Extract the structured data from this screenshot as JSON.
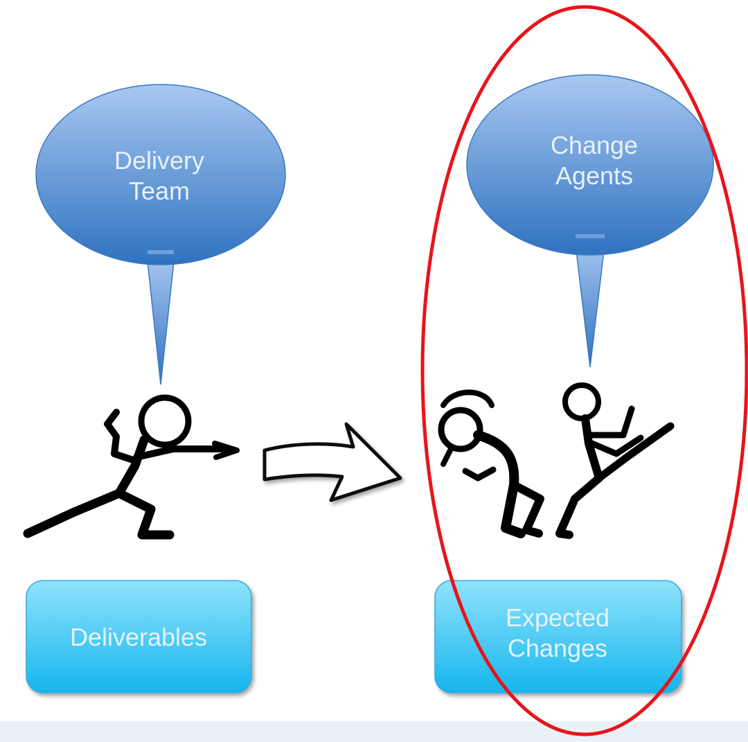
{
  "diagram": {
    "delivery_callout": {
      "line1": "Delivery",
      "line2": "Team"
    },
    "agents_callout": {
      "line1": "Change",
      "line2": "Agents"
    },
    "deliverables_box": {
      "label": "Deliverables"
    },
    "expected_box": {
      "line1": "Expected",
      "line2": "Changes"
    }
  },
  "colors": {
    "callout_top": "#a9c8f2",
    "callout_bottom": "#2f72bf",
    "box_top": "#8fe3fb",
    "box_bottom": "#16b6ee",
    "highlight_ellipse": "#e8141b",
    "label_text": "#e6f2fb"
  },
  "icons": {
    "delivery_figure": "pointing-stick-figure-icon",
    "transfer_arrow": "curved-arrow-icon",
    "agents_figures": "dancing-stick-figures-icon"
  }
}
